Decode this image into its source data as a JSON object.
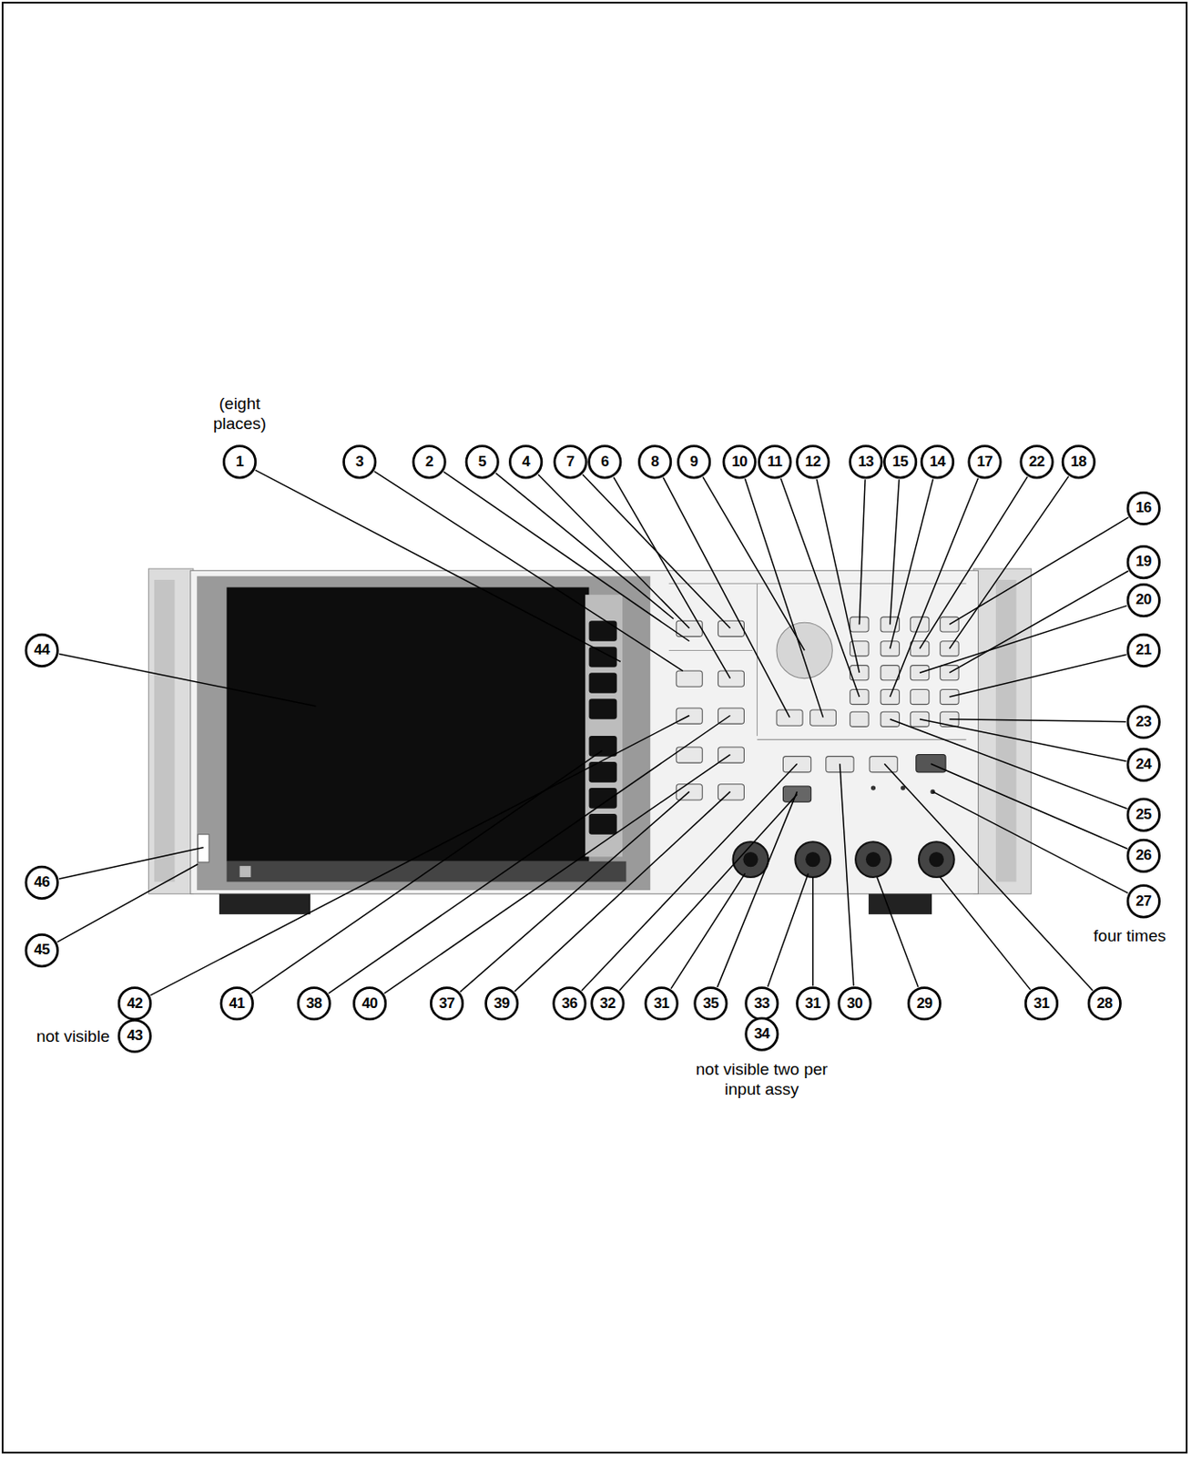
{
  "diagram": {
    "labels": [
      "(eight places)",
      "1",
      "3",
      "2",
      "5",
      "4",
      "7",
      "6",
      "8",
      "9",
      "10",
      "11",
      "12",
      "13",
      "15",
      "14",
      "17",
      "22",
      "18",
      "16",
      "19",
      "20",
      "21",
      "23",
      "24",
      "25",
      "26",
      "27",
      "four times",
      "44",
      "46",
      "45",
      "42",
      "41",
      "38",
      "40",
      "37",
      "39",
      "36",
      "32",
      "31",
      "35",
      "33",
      "31",
      "30",
      "29",
      "31",
      "28",
      "not visible",
      "43",
      "34",
      "not visible two per input assy"
    ]
  }
}
